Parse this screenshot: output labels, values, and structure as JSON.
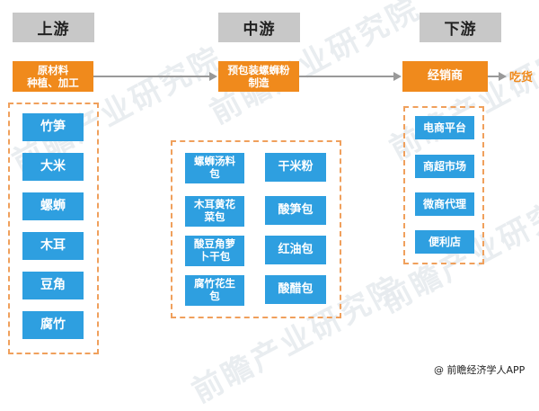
{
  "stages": {
    "upstream": "上游",
    "midstream": "中游",
    "downstream": "下游"
  },
  "nodes": {
    "raw_material": "原材料\n种植、加工",
    "luosifen": "预包装螺蛳粉\n制造",
    "distributor": "经销商",
    "foodie": "吃货"
  },
  "upstream_items": [
    "竹笋",
    "大米",
    "螺蛳",
    "木耳",
    "豆角",
    "腐竹"
  ],
  "midstream_items": [
    "螺蛳汤料\n包",
    "干米粉",
    "木耳黄花\n菜包",
    "酸笋包",
    "酸豆角萝\n卜干包",
    "红油包",
    "腐竹花生\n包",
    "酸醋包"
  ],
  "downstream_items": [
    "电商平台",
    "商超市场",
    "微商代理",
    "便利店"
  ],
  "watermark": "前瞻产业研究院",
  "source": "@ 前瞻经济学人APP"
}
